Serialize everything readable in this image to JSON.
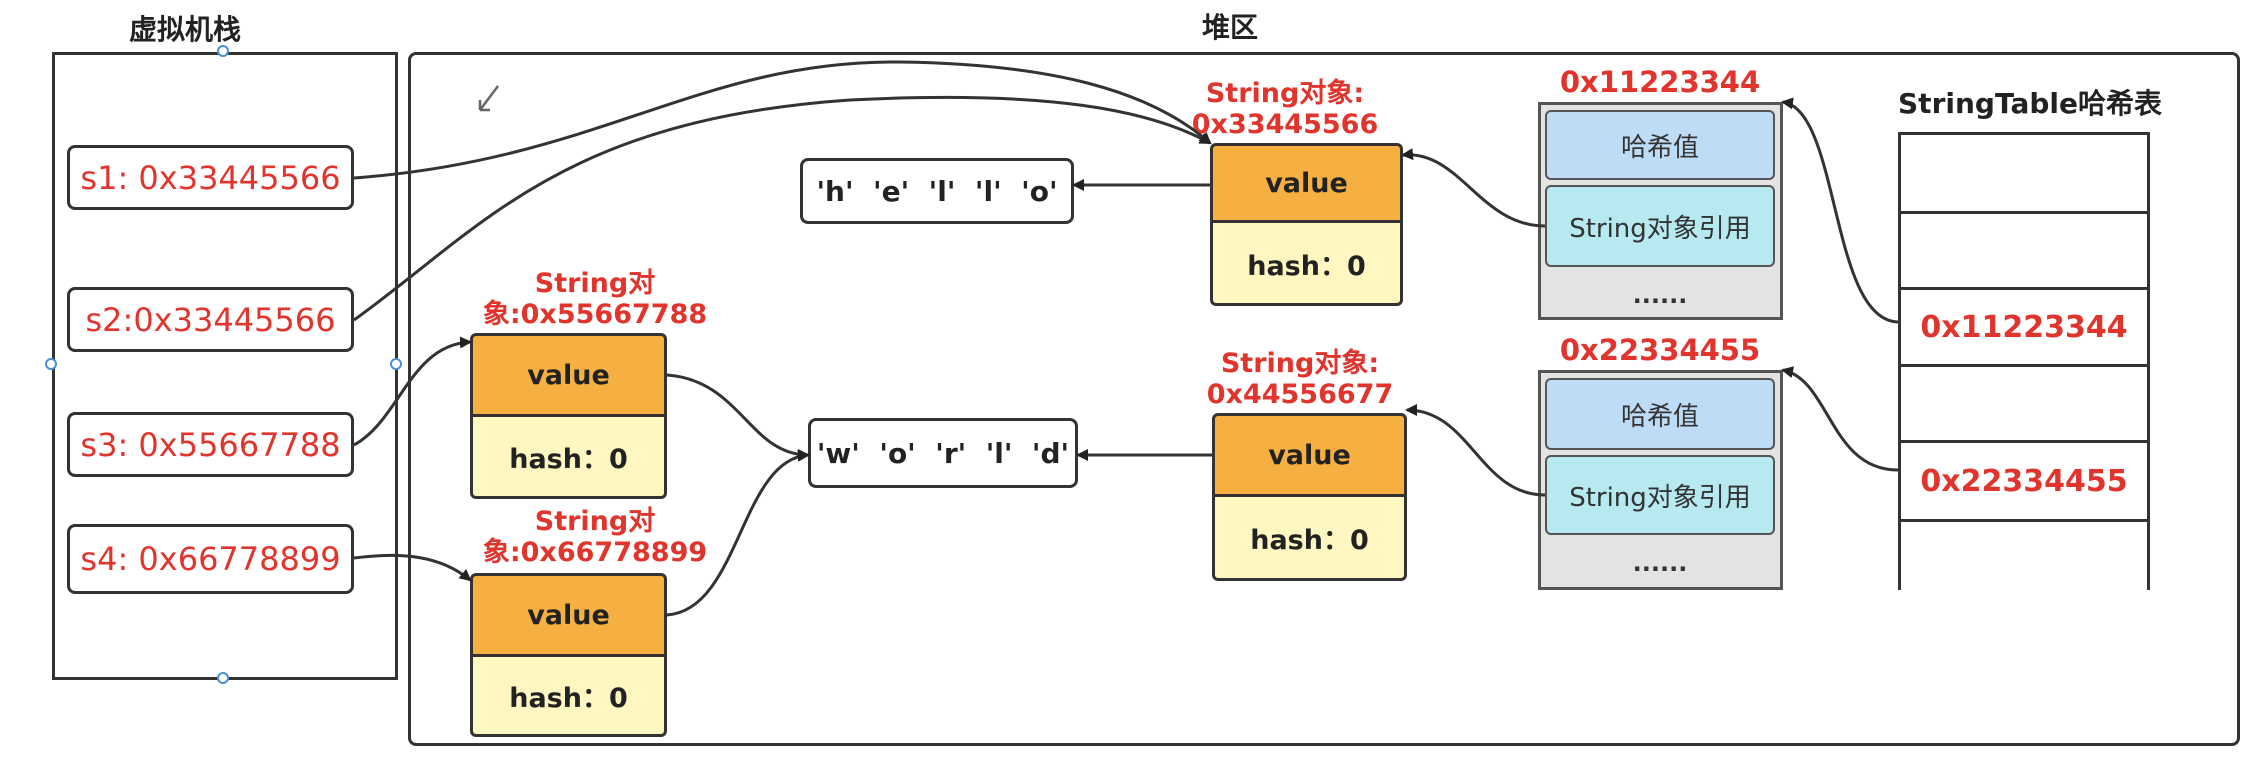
{
  "stack": {
    "title": "虚拟机栈",
    "vars": [
      "s1: 0x33445566",
      "s2:0x33445566",
      "s3: 0x55667788",
      "s4: 0x66778899"
    ]
  },
  "heap": {
    "title": "堆区",
    "objects": {
      "obj1": {
        "label1": "String对象:",
        "label2": "0x33445566",
        "value": "value",
        "hash": "hash：0"
      },
      "obj2": {
        "label1": "String对",
        "label2": "象:0x55667788",
        "value": "value",
        "hash": "hash：0"
      },
      "obj3": {
        "label1": "String对",
        "label2": "象:0x66778899",
        "value": "value",
        "hash": "hash：0"
      },
      "obj4": {
        "label1": "String对象:",
        "label2": "0x44556677",
        "value": "value",
        "hash": "hash：0"
      }
    },
    "char_arrays": {
      "hello": "'h'  'e'  'l'  'l'  'o'",
      "world": "'w'  'o'  'r'  'l'  'd'"
    },
    "entries": [
      {
        "address": "0x11223344",
        "hash_value": "哈希值",
        "string_ref": "String对象引用",
        "more": "......"
      },
      {
        "address": "0x22334455",
        "hash_value": "哈希值",
        "string_ref": "String对象引用",
        "more": "......"
      }
    ],
    "string_table": {
      "title": "StringTable哈希表",
      "cells": [
        "",
        "",
        "0x11223344",
        "",
        "0x22334455",
        ""
      ]
    }
  }
}
